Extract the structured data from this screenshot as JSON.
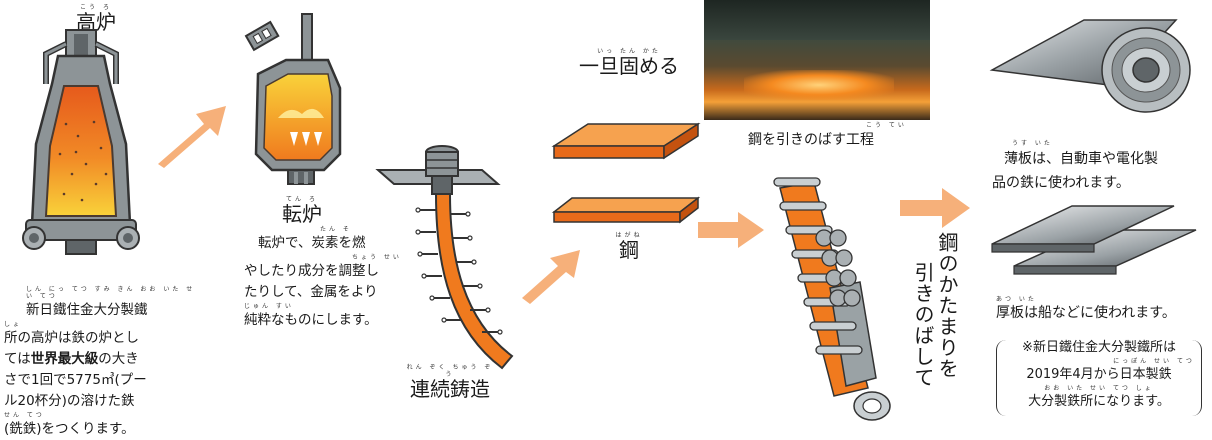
{
  "blast_furnace": {
    "title_ruby": "こう ろ",
    "title": "高炉",
    "desc_ruby1": "しん にっ てつ すみ きん おお いた せい てつ",
    "desc_line1": "新日鐵住金大分製鐵",
    "desc_ruby2": "しょ",
    "desc_line2": "所の高炉は鉄の炉とし",
    "desc_line3_a": "ては",
    "desc_line3_b": "世界最大級",
    "desc_line3_c": "の大き",
    "desc_line4": "さで1回で5775㎥(プー",
    "desc_line5": "ル20杯分)の溶けた鉄",
    "desc_ruby6": "せん てつ",
    "desc_line6": "(銑鉄)をつくります。"
  },
  "converter": {
    "title_ruby": "てん ろ",
    "title": "転炉",
    "desc_ruby1": "たん そ",
    "desc_line1": "転炉で、炭素を燃",
    "desc_ruby2": "ちょう せい",
    "desc_line2": "やしたり成分を調整し",
    "desc_line3": "たりして、金属をより",
    "desc_ruby4": "じゅん すい",
    "desc_line4": "純粋なものにします。"
  },
  "casting": {
    "title_ruby": "れん ぞく ちゅう ぞう",
    "title": "連続鋳造"
  },
  "solidify": {
    "title_ruby": "いっ たん かた",
    "title": "一旦固める"
  },
  "steel": {
    "title_ruby": "はがね",
    "title": "鋼"
  },
  "rolling_photo": {
    "caption_ruby": "こう てい",
    "caption": "鋼を引きのばす工程"
  },
  "rolling": {
    "vertical_col1": "鋼のかたまりを",
    "vertical_col2": "引きのばして"
  },
  "thin_plate": {
    "ruby": "うす いた",
    "line1": "薄板は、自動車や電化製",
    "line2": "品の鉄に使われます。"
  },
  "thick_plate": {
    "ruby": "あつ いた",
    "line1": "厚板は船などに使われます。"
  },
  "note": {
    "line1": "※新日鐵住金大分製鐵所は",
    "ruby2": "にっぽん せい てつ",
    "line2": "2019年4月から日本製鉄",
    "ruby3": "おお いた せい てつ しょ",
    "line3": "大分製鉄所になります。"
  },
  "colors": {
    "arrow": "#f6b07a",
    "steel_orange": "#f07a1e",
    "molten": "#f9d23a",
    "furnace_grey": "#8d9497"
  }
}
